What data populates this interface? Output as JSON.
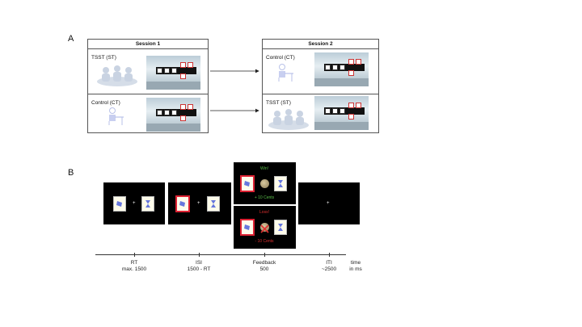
{
  "panel_a": {
    "letter": "A",
    "sessions": [
      {
        "title": "Session 1",
        "rows": [
          {
            "label": "TSST (ST)",
            "icon": "group-people-icon"
          },
          {
            "label": "Control (CT)",
            "icon": "single-person-desk-icon"
          }
        ]
      },
      {
        "title": "Session 2",
        "rows": [
          {
            "label": "Control (CT)",
            "icon": "single-person-desk-icon"
          },
          {
            "label": "TSST (ST)",
            "icon": "group-people-icon"
          }
        ]
      }
    ]
  },
  "panel_b": {
    "letter": "B",
    "feedback": {
      "win": "Win!",
      "win_amount": "+ 10 Cents",
      "loss": "Loss!",
      "loss_amount": "- 10 Cents"
    },
    "timeline": {
      "phases": [
        {
          "name": "RT",
          "detail": "max. 1500"
        },
        {
          "name": "ISI",
          "detail": "1500 - RT"
        },
        {
          "name": "Feedback",
          "detail": "500"
        },
        {
          "name": "ITI",
          "detail": "~2500"
        }
      ],
      "unit_line1": "time",
      "unit_line2": "in ms"
    }
  },
  "colors": {
    "win": "#5bbf4a",
    "loss": "#e03030",
    "card_border_selected": "#d23",
    "symbol": "#6677dd"
  }
}
